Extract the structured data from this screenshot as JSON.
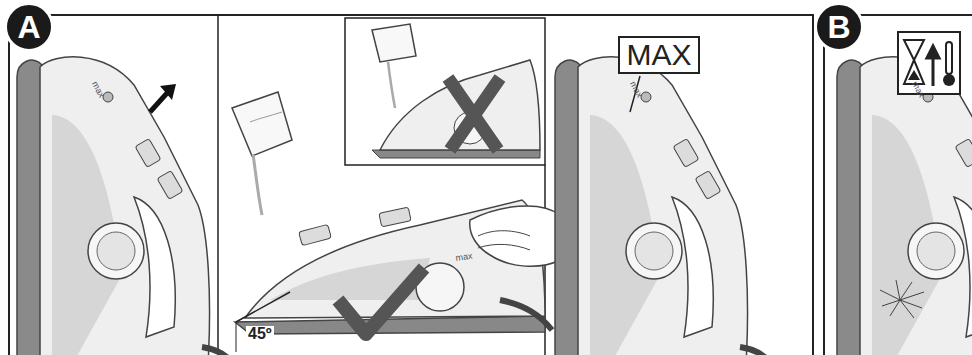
{
  "diagram": {
    "nodes": [
      {
        "text": [
          "A"
        ]
      },
      {
        "text": [
          "MAX"
        ]
      },
      {
        "text": [
          "B"
        ]
      }
    ],
    "labels": [
      "max",
      "max",
      "45º",
      "max",
      "max"
    ]
  }
}
